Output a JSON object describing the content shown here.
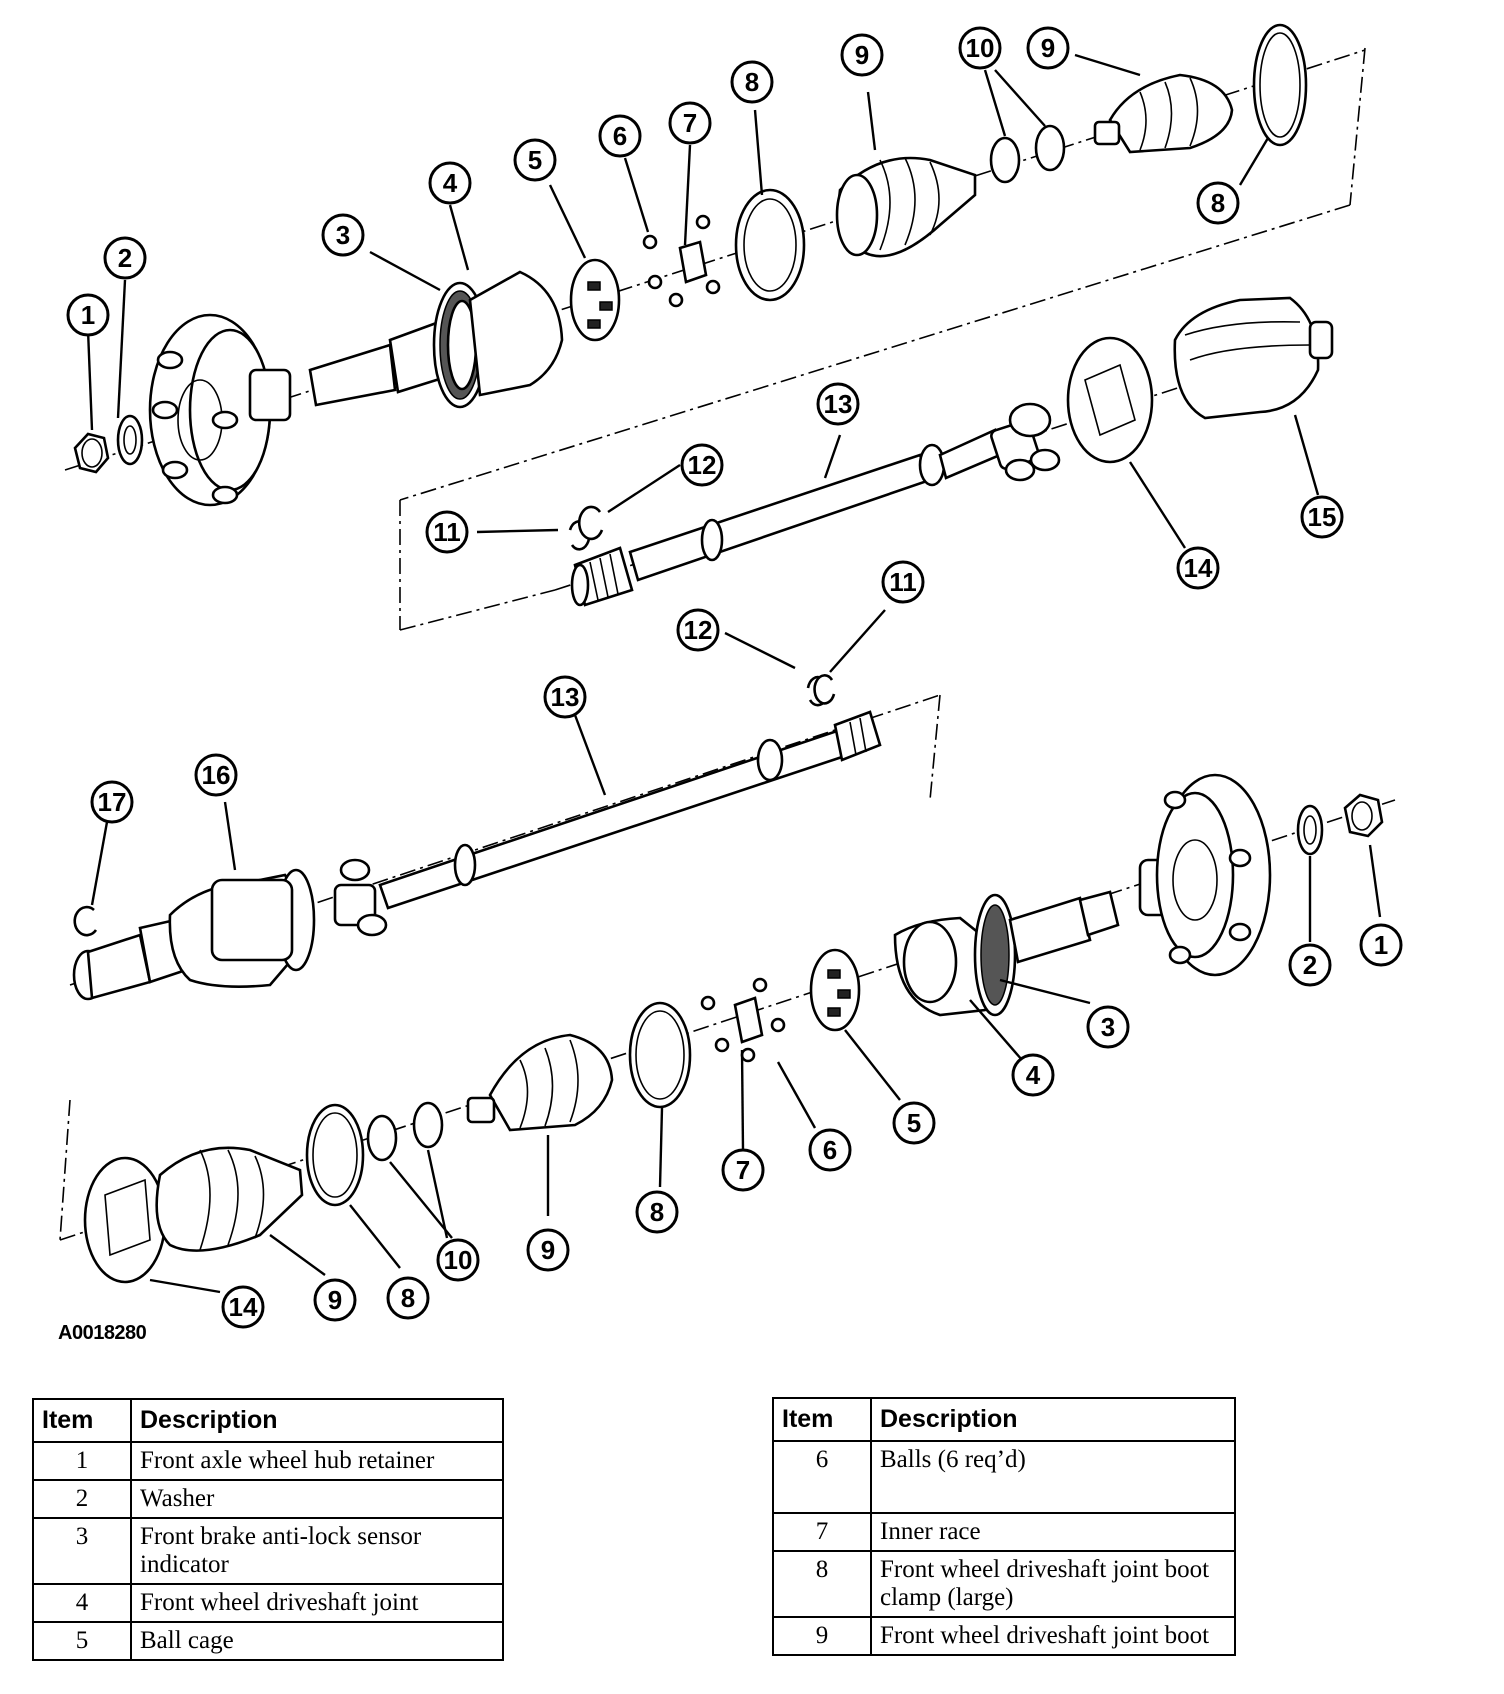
{
  "figure_code": "A0018280",
  "callouts": {
    "top": [
      "1",
      "2",
      "3",
      "4",
      "5",
      "6",
      "7",
      "8",
      "9",
      "10",
      "9",
      "8"
    ],
    "middle": [
      "11",
      "12",
      "13",
      "14",
      "15"
    ],
    "lower": [
      "12",
      "11",
      "13",
      "16",
      "17"
    ],
    "bottom": [
      "1",
      "2",
      "3",
      "4",
      "5",
      "6",
      "7",
      "8",
      "9",
      "10",
      "9",
      "8",
      "14"
    ]
  },
  "legend_left": {
    "headers": {
      "item": "Item",
      "description": "Description"
    },
    "rows": [
      {
        "item": "1",
        "description": "Front axle wheel hub retainer"
      },
      {
        "item": "2",
        "description": "Washer"
      },
      {
        "item": "3",
        "description": "Front brake anti-lock sensor indicator"
      },
      {
        "item": "4",
        "description": "Front wheel driveshaft joint"
      },
      {
        "item": "5",
        "description": "Ball cage"
      }
    ]
  },
  "legend_right": {
    "headers": {
      "item": "Item",
      "description": "Description"
    },
    "rows": [
      {
        "item": "6",
        "description": "Balls (6 req’d)"
      },
      {
        "item": "7",
        "description": "Inner race"
      },
      {
        "item": "8",
        "description": "Front wheel driveshaft joint boot clamp (large)"
      },
      {
        "item": "9",
        "description": "Front wheel driveshaft joint boot"
      }
    ]
  }
}
